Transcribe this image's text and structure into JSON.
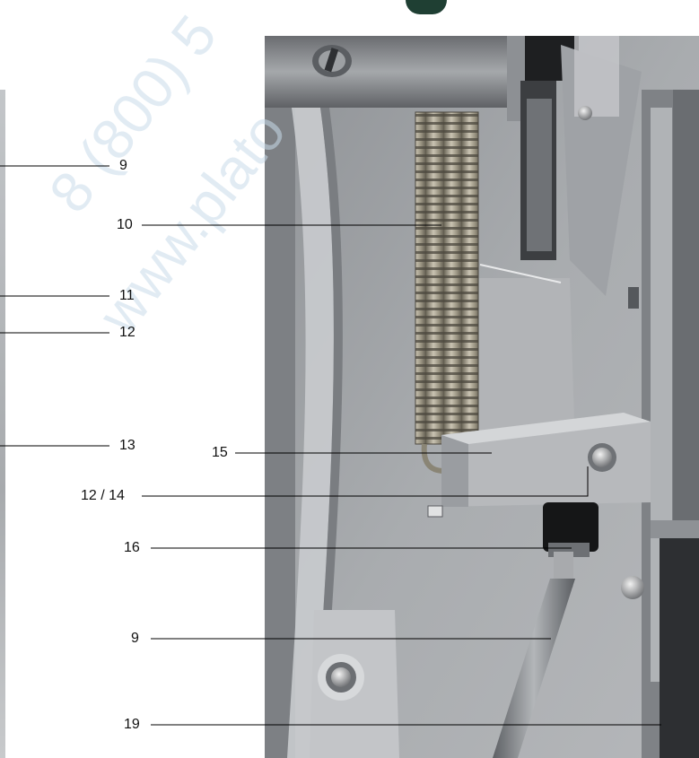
{
  "watermark": {
    "phone_fragment": "8 (800) 5",
    "url_fragment": "www.plato"
  },
  "callouts": {
    "c9_top": "9",
    "c10": "10",
    "c11": "11",
    "c12": "12",
    "c13": "13",
    "c15": "15",
    "c12_14": "12 / 14",
    "c16": "16",
    "c9_bottom": "9",
    "c19": "19"
  },
  "colors": {
    "leader_line": "#000000",
    "panel": "#a4a6a9",
    "panel_dark": "#6c6e72",
    "spring": "#9c9684",
    "watermark": "#c9dcea"
  }
}
